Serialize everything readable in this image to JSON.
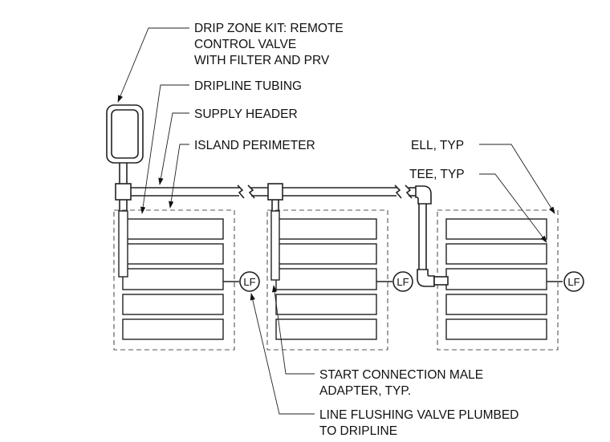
{
  "labels": {
    "drip_zone_kit": [
      "DRIP ZONE KIT:  REMOTE",
      "CONTROL VALVE",
      "WITH FILTER AND PRV"
    ],
    "dripline_tubing": "DRIPLINE TUBING",
    "supply_header": "SUPPLY HEADER",
    "island_perimeter": "ISLAND PERIMETER",
    "ell_typ": "ELL, TYP",
    "tee_typ": "TEE, TYP",
    "start_connection": [
      "START CONNECTION MALE",
      "ADAPTER, TYP."
    ],
    "line_flushing_valve": [
      "LINE FLUSHING VALVE PLUMBED",
      "TO DRIPLINE"
    ]
  },
  "flush_valve_symbol": "LF",
  "islands": [
    {
      "rows": 5
    },
    {
      "rows": 5
    },
    {
      "rows": 5
    }
  ],
  "colors": {
    "line": "#222222",
    "perimeter": "#555555",
    "background": "#ffffff"
  }
}
